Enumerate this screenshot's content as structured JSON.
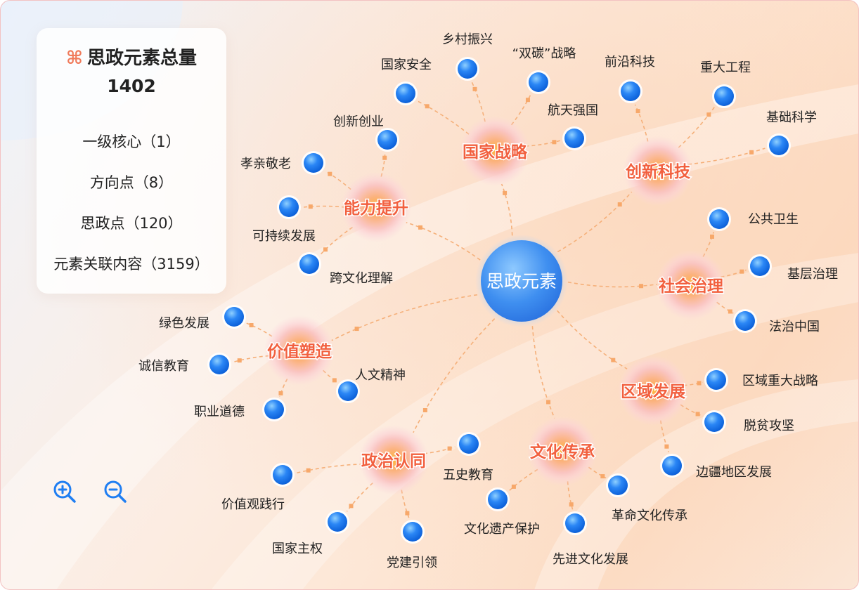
{
  "stats": {
    "title": "思政元素总量",
    "total": "1402",
    "items": [
      "一级核心（1）",
      "方向点（8）",
      "思政点（120）",
      "元素关联内容（3159）"
    ]
  },
  "colors": {
    "accent_blue": "#1f7ef2",
    "category_text": "#f2603f",
    "link": "#f5b07a"
  },
  "graph": {
    "center": "思政元素",
    "categories": [
      {
        "name": "国家战略",
        "leaves": [
          "国家安全",
          "乡村振兴",
          "“双碳”战略",
          "航天强国"
        ]
      },
      {
        "name": "创新科技",
        "leaves": [
          "前沿科技",
          "重大工程",
          "基础科学"
        ]
      },
      {
        "name": "能力提升",
        "leaves": [
          "创新创业",
          "孝亲敬老",
          "可持续发展",
          "跨文化理解"
        ]
      },
      {
        "name": "社会治理",
        "leaves": [
          "公共卫生",
          "基层治理",
          "法治中国"
        ]
      },
      {
        "name": "价值塑造",
        "leaves": [
          "绿色发展",
          "诚信教育",
          "职业道德",
          "人文精神"
        ]
      },
      {
        "name": "区域发展",
        "leaves": [
          "区域重大战略",
          "脱贫攻坚",
          "边疆地区发展"
        ]
      },
      {
        "name": "政治认同",
        "leaves": [
          "五史教育",
          "价值观践行",
          "国家主权",
          "党建引领"
        ]
      },
      {
        "name": "文化传承",
        "leaves": [
          "文化遗产保护",
          "革命文化传承",
          "先进文化发展"
        ]
      }
    ]
  }
}
